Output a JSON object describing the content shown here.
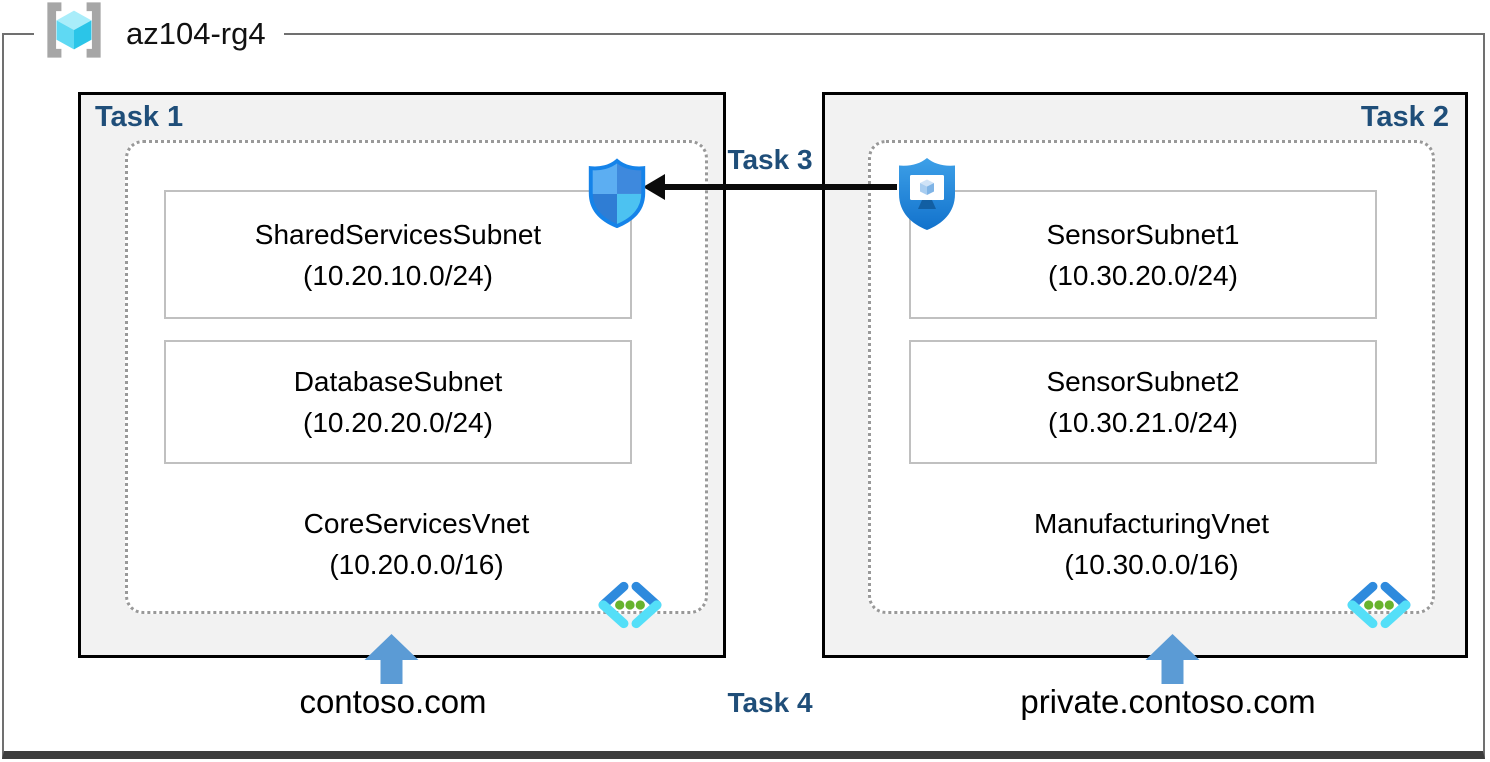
{
  "diagram": {
    "resource_group": "az104-rg4",
    "labels": {
      "task1": "Task 1",
      "task2": "Task 2",
      "task3": "Task 3",
      "task4": "Task 4"
    },
    "vnet1": {
      "name": "CoreServicesVnet",
      "cidr": "(10.20.0.0/16)",
      "dns_zone": "contoso.com",
      "subnets": [
        {
          "name": "SharedServicesSubnet",
          "cidr": "(10.20.10.0/24)"
        },
        {
          "name": "DatabaseSubnet",
          "cidr": "(10.20.20.0/24)"
        }
      ]
    },
    "vnet2": {
      "name": "ManufacturingVnet",
      "cidr": "(10.30.0.0/16)",
      "dns_zone": "private.contoso.com",
      "subnets": [
        {
          "name": "SensorSubnet1",
          "cidr": "(10.30.20.0/24)"
        },
        {
          "name": "SensorSubnet2",
          "cidr": "(10.30.21.0/24)"
        }
      ]
    },
    "icons": {
      "resource_group": "resource-group-cube-icon",
      "virtual_network": "virtual-network-chevrons-icon",
      "network_security": "security-shield-icon",
      "bastion": "bastion-shield-monitor-icon",
      "peering": "left-black-arrow",
      "dns": "blue-up-arrow"
    },
    "colors": {
      "task_label": "#1f4e79",
      "box_fill": "#f2f2f2",
      "box_border": "#000000",
      "accent_blue": "#5b9bd5",
      "frame_gray": "#707070",
      "vnet_dot_border": "#999999"
    }
  }
}
